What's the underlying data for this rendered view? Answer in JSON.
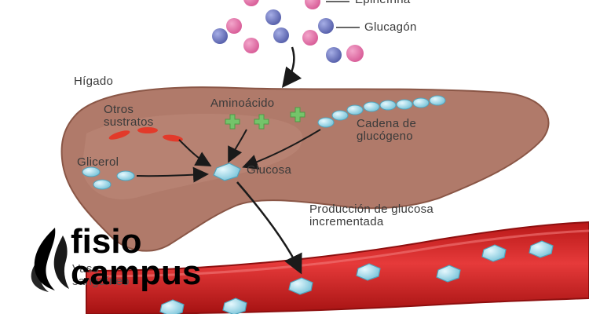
{
  "labels": {
    "epinefrina": "Epinefrina",
    "glucagon": "Glucagón",
    "higado": "Hígado",
    "otros_sustratos": "Otros\nsustratos",
    "aminoacido": "Aminoácido",
    "cadena_glucogeno": "Cadena de\nglucógeno",
    "glicerol": "Glicerol",
    "glucosa": "Glucosa",
    "produccion": "Producción de glucosa\nincrementada",
    "vaso_partial": "Vaso\nsanguíneo"
  },
  "logo": {
    "line1": "fisio",
    "line2": "campus"
  },
  "colors": {
    "liver": "#b07a6a",
    "liver_edge": "#8a5646",
    "vessel": "#d52323",
    "vessel_dark": "#9e1414",
    "glucose": "#aee0ee",
    "pink_molecule": "#d9609a",
    "blue_molecule": "#6670b8",
    "amino": "#74c46a",
    "substrate": "#e23a2a"
  }
}
